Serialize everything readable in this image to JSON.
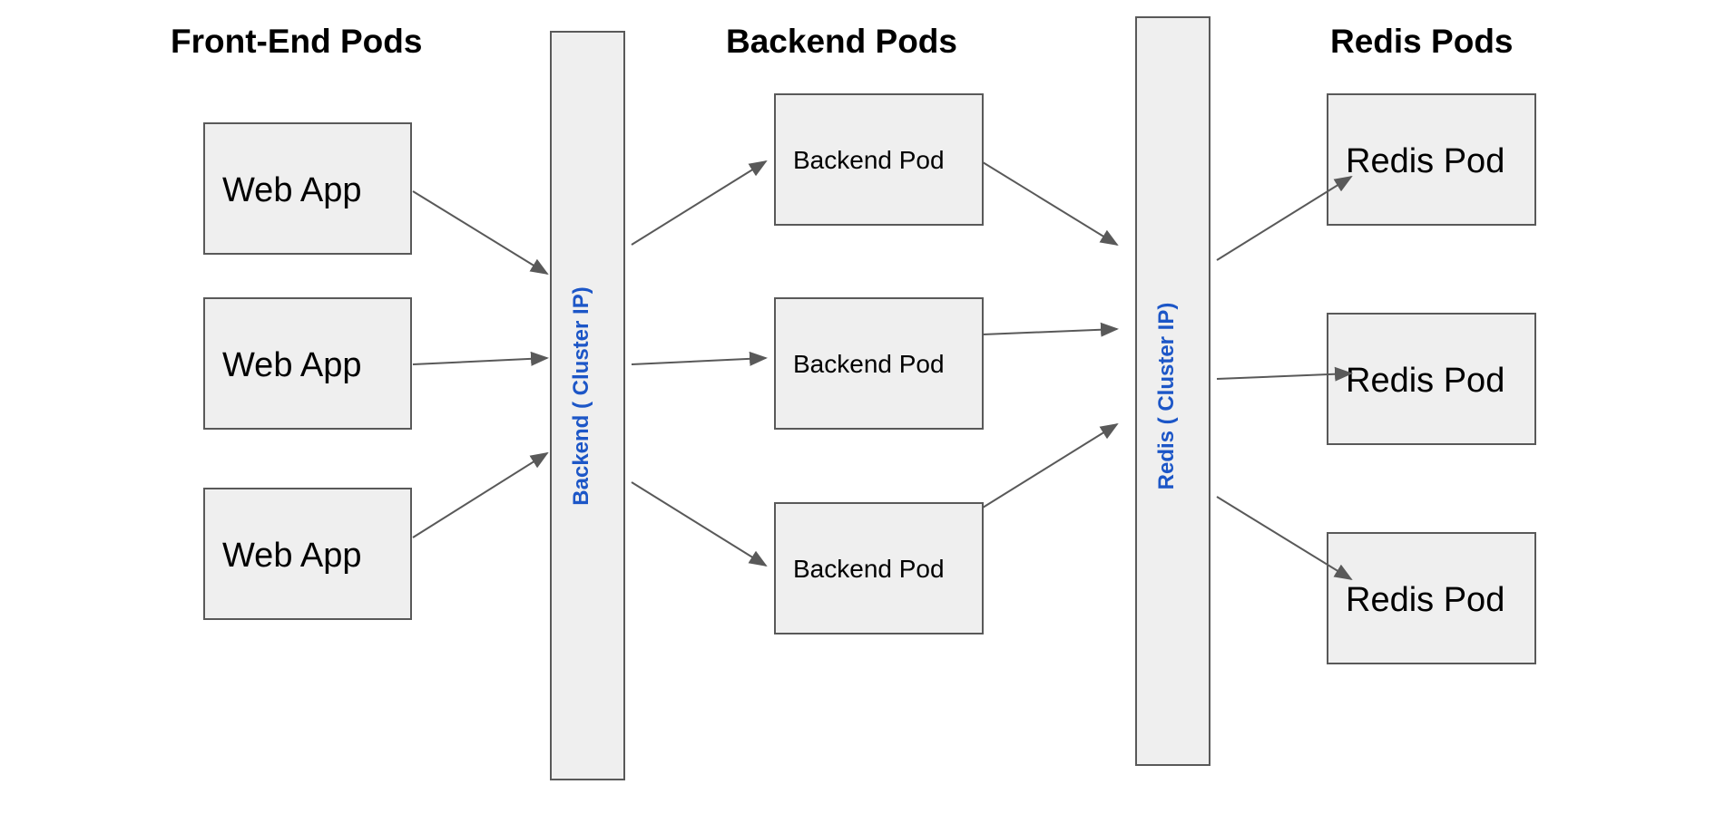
{
  "headings": {
    "frontend": "Front-End Pods",
    "backend": "Backend Pods",
    "redis": "Redis Pods"
  },
  "frontend_pods": [
    "Web App",
    "Web App",
    "Web App"
  ],
  "backend_pods": [
    "Backend Pod",
    "Backend Pod",
    "Backend Pod"
  ],
  "redis_pods": [
    "Redis Pod",
    "Redis Pod",
    "Redis Pod"
  ],
  "services": {
    "backend": "Backend ( Cluster IP)",
    "redis": "Redis ( Cluster IP)"
  },
  "colors": {
    "box_fill": "#efefef",
    "box_stroke": "#595959",
    "service_text": "#1c56c7",
    "arrow": "#595959"
  }
}
